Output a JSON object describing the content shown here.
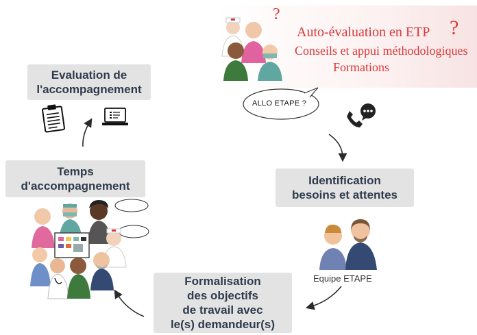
{
  "header": {
    "line1": "Auto-évaluation en ETP",
    "line2": "Conseils et appui méthodologiques",
    "line3": "Formations",
    "question_mark": "?",
    "small_mark": "?"
  },
  "bubble": {
    "text": "ALLO ETAPE ?"
  },
  "steps": {
    "identification": {
      "line1": "Identification",
      "line2": "besoins et attentes"
    },
    "formalisation": {
      "line1": "Formalisation",
      "line2": "des objectifs",
      "line3": "de travail avec",
      "line4": "le(s) demandeur(s)"
    },
    "temps": {
      "line1": "Temps",
      "line2": "d'accompagnement"
    },
    "evaluation": {
      "line1": "Evaluation de",
      "line2": "l'accompagnement"
    }
  },
  "team_label": "Equipe ETAPE",
  "colors": {
    "accent_red": "#d9383a",
    "box_bg": "#e3e3e3",
    "box_text": "#2f3b4c",
    "arrow": "#2b2b2b"
  },
  "icons": [
    "phone-icon",
    "chat-icon",
    "clipboard-icon",
    "laptop-icon"
  ]
}
